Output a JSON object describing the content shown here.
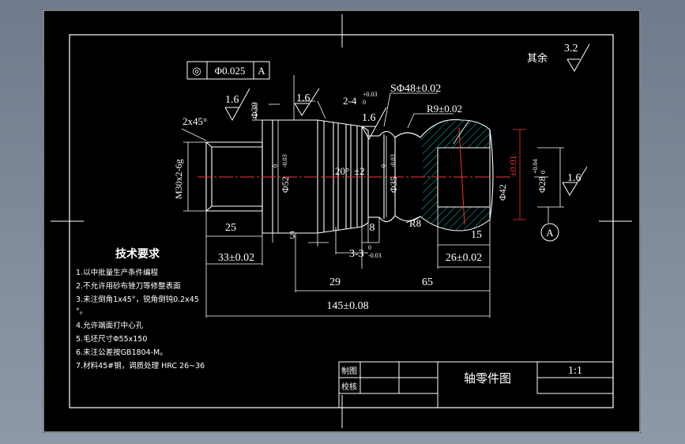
{
  "tolerance_frame": {
    "symbol": "◎",
    "value": "Φ0.025",
    "datum": "A"
  },
  "other_roughness": {
    "label": "其余",
    "value": "3.2"
  },
  "roughness": {
    "r1": "1.6",
    "r2": "1.6",
    "r3": "1.6",
    "r4": "1.6"
  },
  "dimensions": {
    "chamfer": "2x45°",
    "d39": "Φ39",
    "groove": "2-4",
    "groove_tol_upper": "+0.03",
    "groove_tol_lower": "0",
    "sphere": "SΦ48±0.02",
    "r9": "R9±0.02",
    "thread": "M30x2-6g",
    "d52": "Φ52",
    "d52_tol_upper": "0",
    "d52_tol_lower": "-0.03",
    "angle": "20°",
    "angle_tol": "±2",
    "d35": "Φ35",
    "d35_tol_upper": "0",
    "d35_tol_lower": "-0.03",
    "d42": "Φ42",
    "d42_tol": "±0.01",
    "d28": "Φ28",
    "d28_tol_upper": "+0.04",
    "d28_tol_lower": "0",
    "r8": "R8",
    "l25": "25",
    "l5": "5",
    "l8": "8",
    "l15": "15",
    "l33": "33±0.02",
    "l3": "3-3",
    "l3_tol_upper": "0",
    "l3_tol_lower": "-0.03",
    "l26": "26±0.02",
    "l29": "29",
    "l65": "65",
    "l145": "145±0.08"
  },
  "datum_label": "A",
  "notes": {
    "title": "技术要求",
    "items": [
      "1.以中批量生产条件编程",
      "2.不允许用砂布锉刀等修整表面",
      "3.未注倒角1x45°，锐角倒钝0.2x45",
      "°。",
      "4.允许端面打中心孔",
      "5.毛坯尺寸Φ55x150",
      "6.未注公差按GB1804-M。",
      "7.材料45#钢，调质处理 HRC 26~36"
    ]
  },
  "title_block": {
    "drawn_label": "制图",
    "checked_label": "校核",
    "drawing_name": "轴零件图",
    "scale": "1:1"
  },
  "colors": {
    "background": "#000000",
    "lines": "#ffffff",
    "centerline": "#ff3030",
    "hatch": "#00c8c8",
    "dim_red": "#ff3030"
  }
}
